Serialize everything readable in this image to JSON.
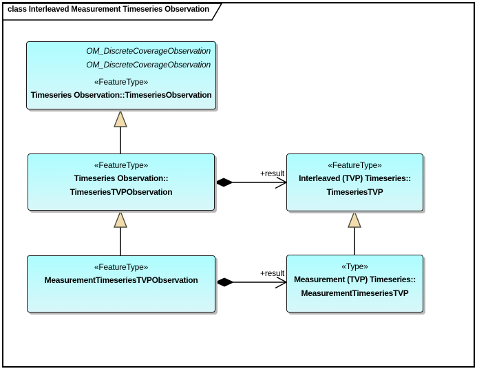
{
  "diagram": {
    "frame_title": "class Interleaved Measurement Timeseries Observation"
  },
  "colors": {
    "box_fill_top": "#adfdff",
    "box_fill_bottom": "#d8f7f9",
    "box_border": "#1a1a1a",
    "shadow": "#b8b8b8",
    "triangle_fill": "#f2dcae",
    "triangle_border": "#4a4a3a",
    "line": "#000000"
  },
  "classes": [
    {
      "stereotype": "«FeatureType»",
      "name_lines": [
        "Timeseries Observation::TimeseriesObservation"
      ],
      "inherited_classifiers": [
        "OM_DiscreteCoverageObservation",
        "OM_DiscreteCoverageObservation"
      ]
    },
    {
      "stereotype": "«FeatureType»",
      "name_lines": [
        "Timeseries Observation::",
        "TimeseriesTVPObservation"
      ]
    },
    {
      "stereotype": "«FeatureType»",
      "name_lines": [
        "Interleaved (TVP) Timeseries::",
        "TimeseriesTVP"
      ]
    },
    {
      "stereotype": "«FeatureType»",
      "name_lines": [
        "MeasurementTimeseriesTVPObservation"
      ]
    },
    {
      "stereotype": "«Type»",
      "name_lines": [
        "Measurement (TVP) Timeseries::",
        "MeasurementTimeseriesTVP"
      ]
    }
  ],
  "connectors": [
    {
      "type": "composition",
      "label": "+result",
      "from": "TimeseriesTVPObservation",
      "to": "TimeseriesTVP"
    },
    {
      "type": "composition",
      "label": "+result",
      "from": "MeasurementTimeseriesTVPObservation",
      "to": "MeasurementTimeseriesTVP"
    },
    {
      "type": "generalization",
      "from": "TimeseriesTVPObservation",
      "to": "TimeseriesObservation"
    },
    {
      "type": "generalization",
      "from": "MeasurementTimeseriesTVPObservation",
      "to": "TimeseriesTVPObservation"
    },
    {
      "type": "generalization",
      "from": "MeasurementTimeseriesTVP",
      "to": "TimeseriesTVP"
    }
  ]
}
